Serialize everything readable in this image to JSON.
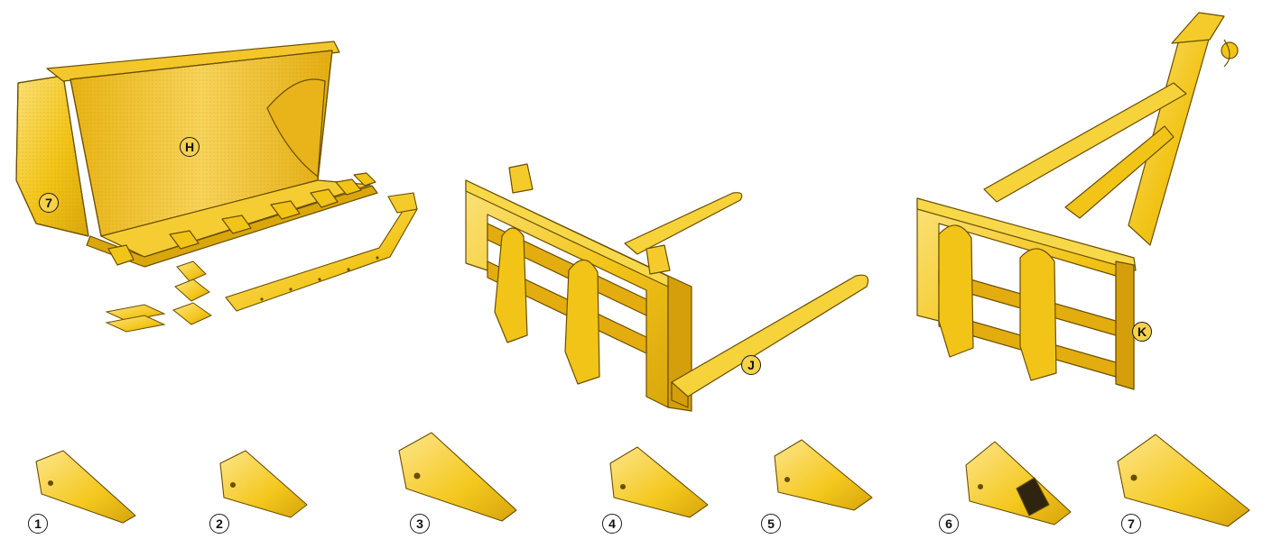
{
  "callouts": {
    "bucket": "H",
    "bucket_side": "7",
    "pallet_forks": "J",
    "crane_boom": "K"
  },
  "tips": [
    {
      "number": "1"
    },
    {
      "number": "2"
    },
    {
      "number": "3"
    },
    {
      "number": "4"
    },
    {
      "number": "5"
    },
    {
      "number": "6"
    },
    {
      "number": "7"
    }
  ],
  "colors": {
    "attachment_yellow": "#f2c417",
    "highlight_yellow": "#fbe27a",
    "shadow_yellow": "#c99a0a",
    "outline": "#5a4300"
  }
}
